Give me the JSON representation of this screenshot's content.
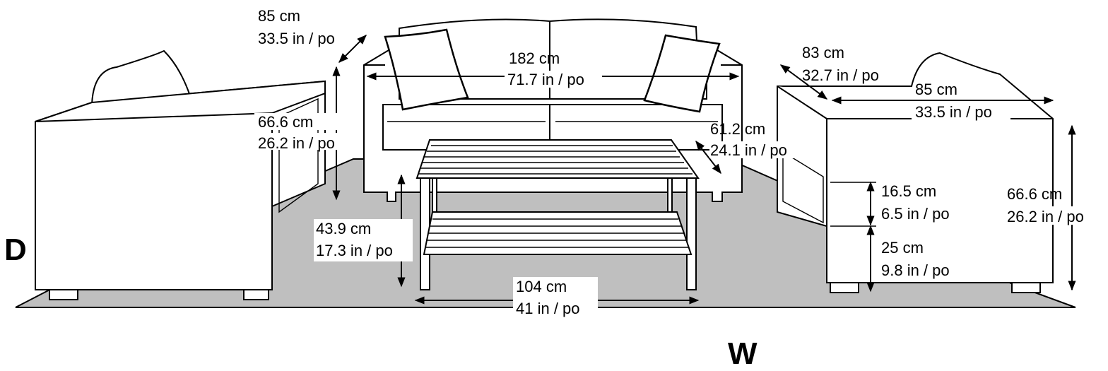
{
  "labels": {
    "depth_axis": "D",
    "width_axis": "W"
  },
  "dimensions": {
    "left_chair_depth_cm": "85 cm",
    "left_chair_depth_in": "33.5 in / po",
    "left_chair_height_cm": "66.6 cm",
    "left_chair_height_in": "26.2 in / po",
    "sofa_width_cm": "182 cm",
    "sofa_width_in": "71.7 in / po",
    "sofa_depth_cm": "61.2 cm",
    "sofa_depth_in": "24.1 in / po",
    "table_height_cm": "43.9 cm",
    "table_height_in": "17.3 in / po",
    "table_width_cm": "104 cm",
    "table_width_in": "41 in / po",
    "right_chair_depth_cm": "83 cm",
    "right_chair_depth_in": "32.7 in / po",
    "right_chair_width_cm": "85 cm",
    "right_chair_width_in": "33.5 in / po",
    "right_chair_height_cm": "66.6 cm",
    "right_chair_height_in": "26.2 in / po",
    "seat_cushion_cm": "16.5 cm",
    "seat_cushion_in": "6.5 in / po",
    "seat_height_cm": "25 cm",
    "seat_height_in": "9.8 in / po"
  },
  "colors": {
    "rug": "#bfbfbf",
    "outline": "#000000",
    "furniture": "#ffffff"
  }
}
